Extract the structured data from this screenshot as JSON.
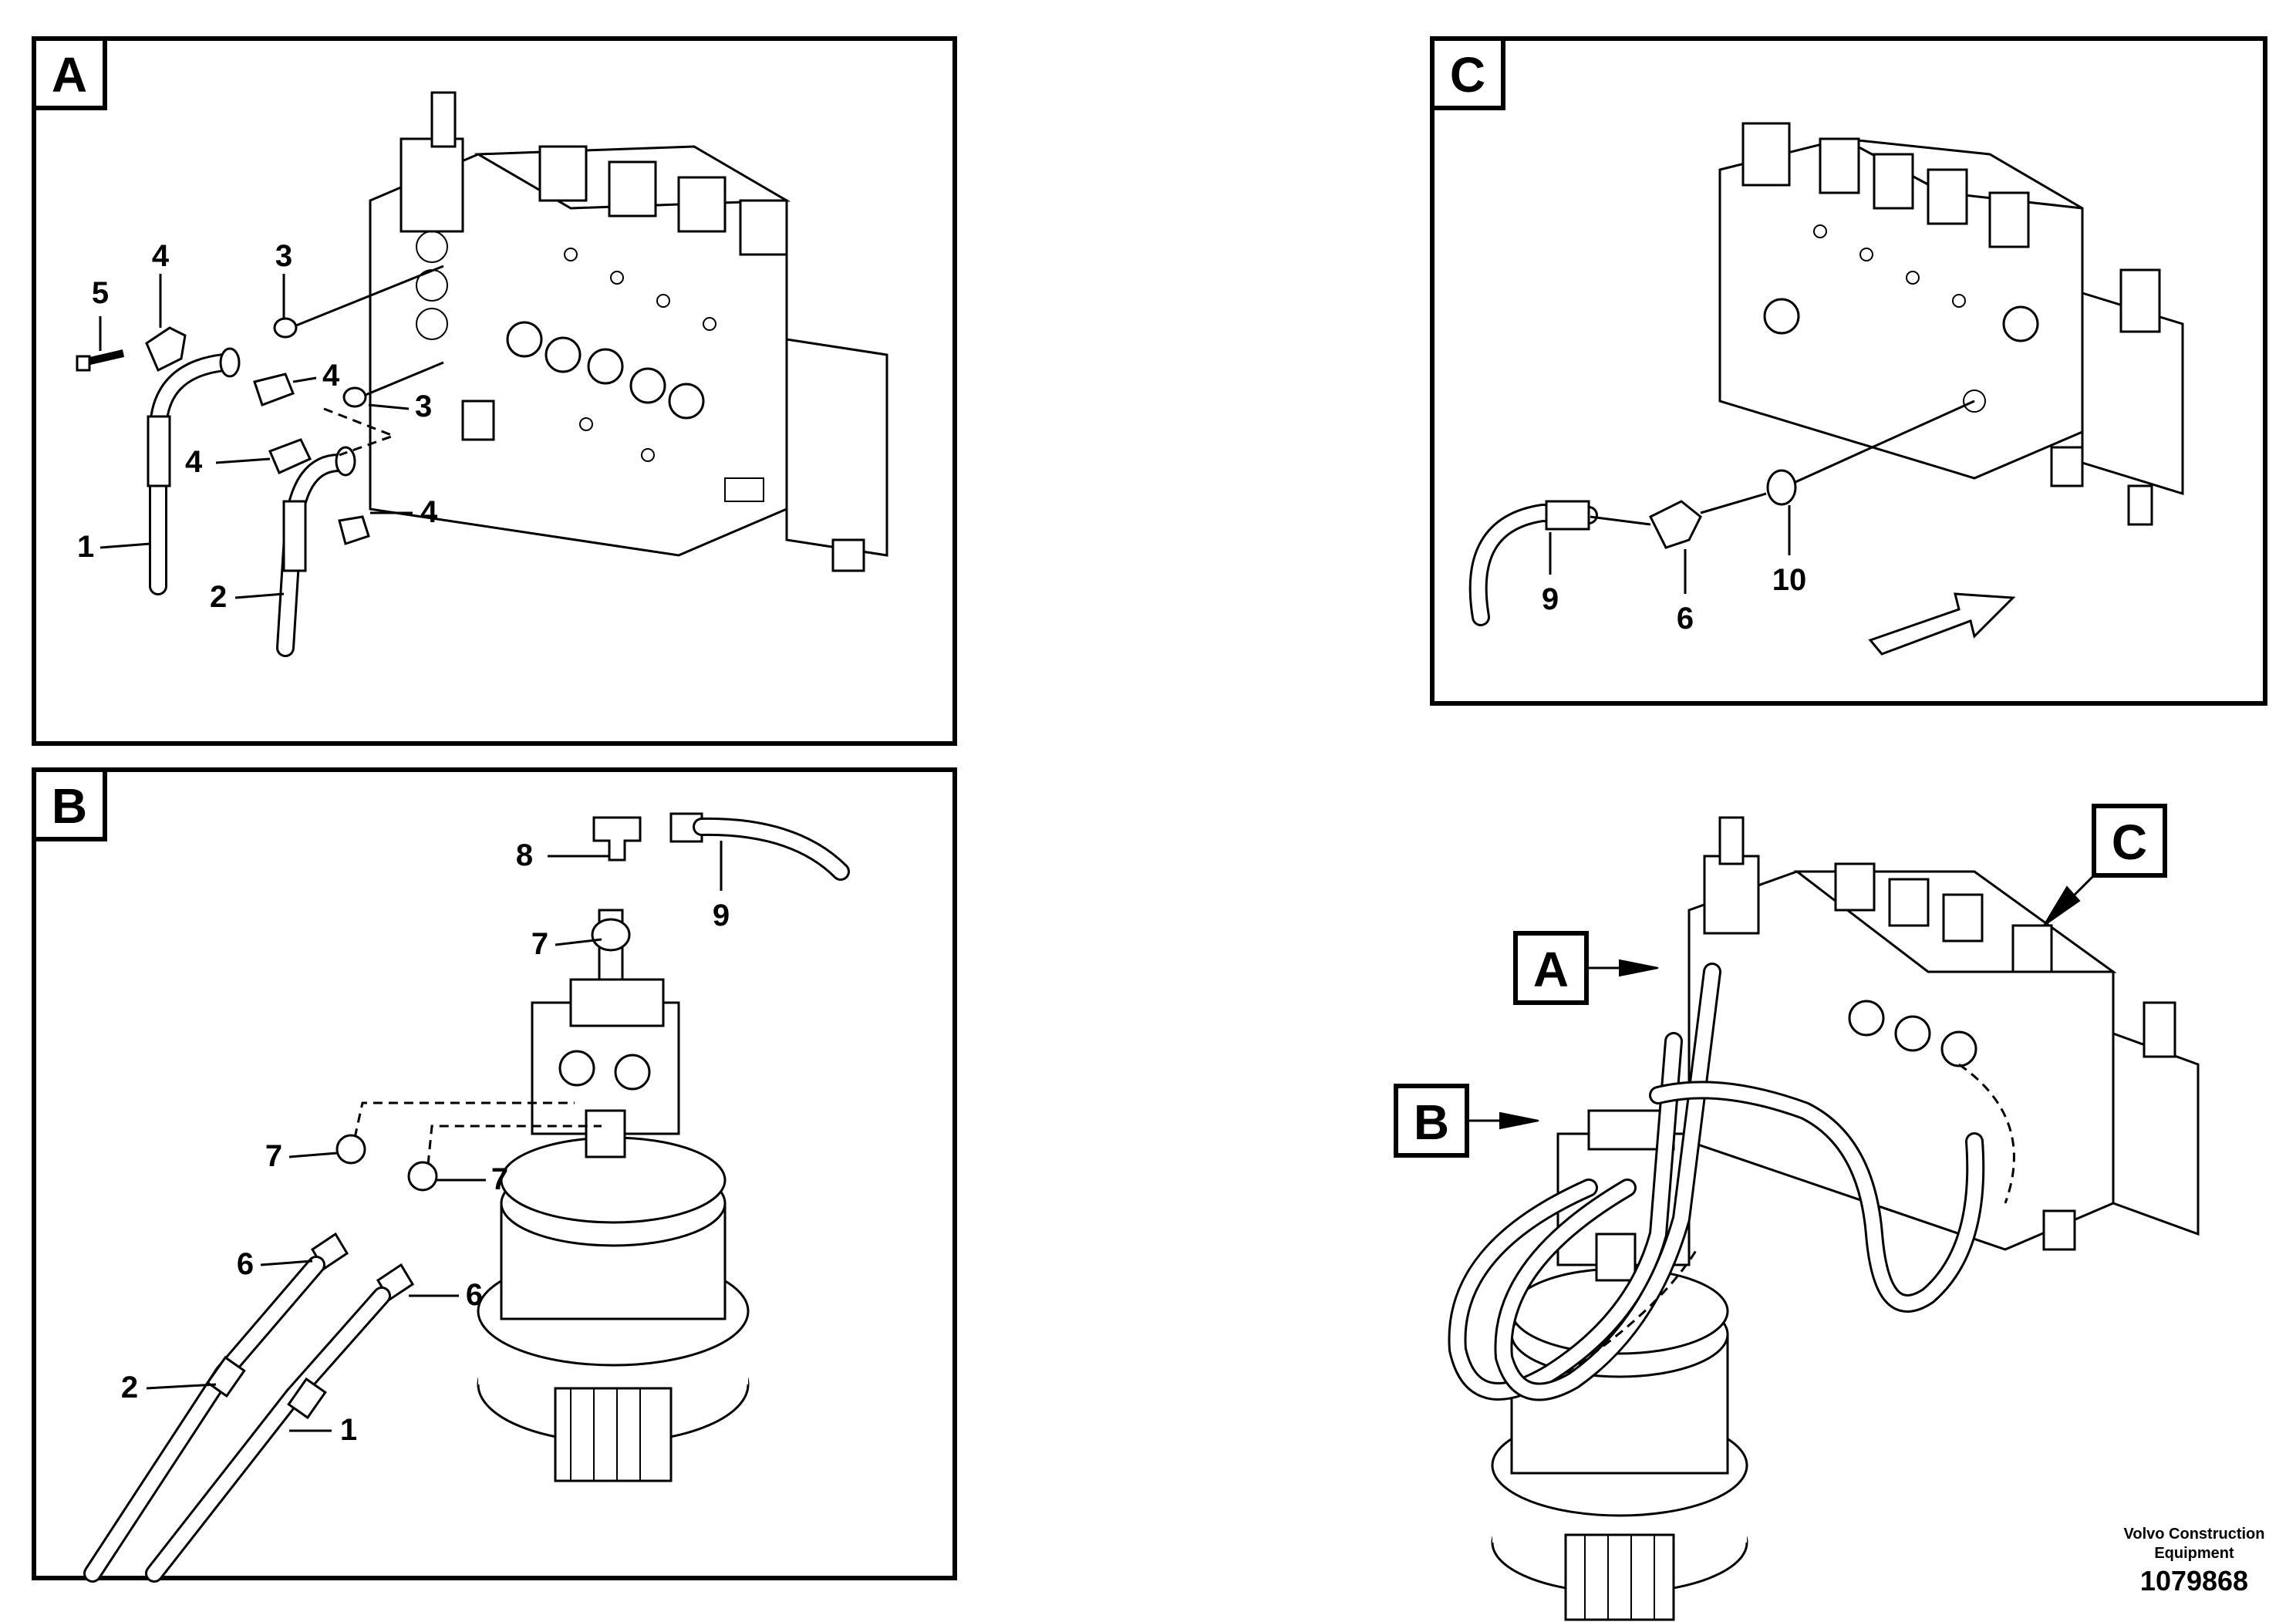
{
  "panels": {
    "a": {
      "tag": "A",
      "callouts": {
        "c1": "1",
        "c2": "2",
        "c3a": "3",
        "c3b": "3",
        "c4a": "4",
        "c4b": "4",
        "c4c": "4",
        "c4d": "4",
        "c5": "5"
      }
    },
    "b": {
      "tag": "B",
      "callouts": {
        "c8": "8",
        "c9": "9",
        "c7a": "7",
        "c7b": "7",
        "c7c": "7",
        "c6a": "6",
        "c6b": "6",
        "c2": "2",
        "c1": "1"
      }
    },
    "c": {
      "tag": "C",
      "callouts": {
        "c9": "9",
        "c6": "6",
        "c10": "10"
      }
    },
    "overview": {
      "tag_a": "A",
      "tag_b": "B",
      "tag_c": "C"
    }
  },
  "footer": {
    "brand_line1": "Volvo Construction",
    "brand_line2": "Equipment",
    "drawing_number": "1079868"
  }
}
